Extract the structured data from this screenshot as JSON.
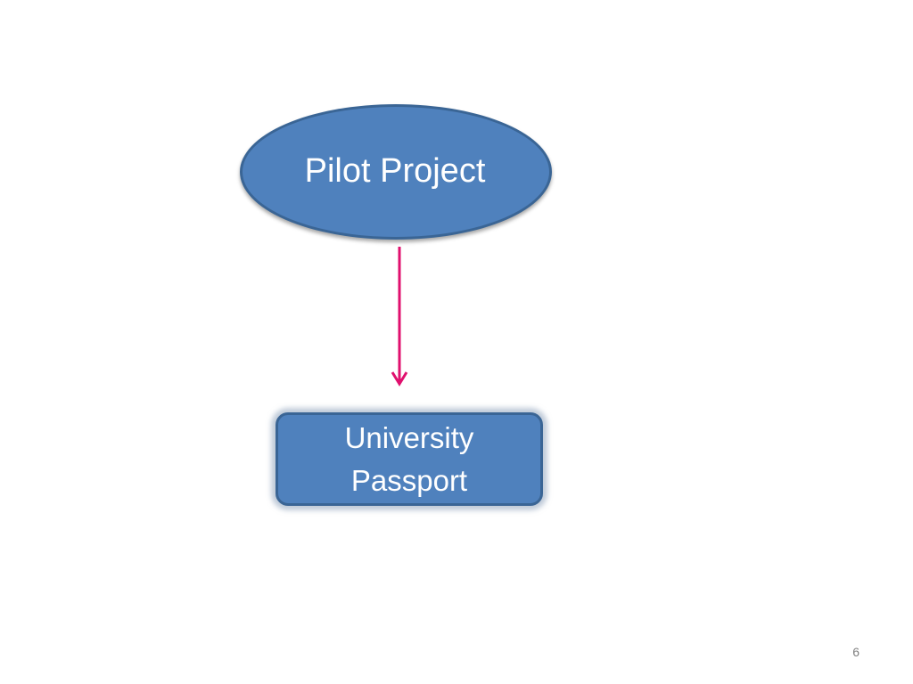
{
  "diagram": {
    "nodes": [
      {
        "id": "pilot-project",
        "shape": "ellipse",
        "label": "Pilot Project"
      },
      {
        "id": "university-passport",
        "shape": "rounded-rectangle",
        "label_lines": [
          "University",
          "Passport"
        ]
      }
    ],
    "edges": [
      {
        "from": "pilot-project",
        "to": "university-passport",
        "type": "arrow"
      }
    ]
  },
  "slide": {
    "page_number": "6"
  },
  "colors": {
    "node_fill": "#4f81bd",
    "node_border": "#3a6595",
    "node_text": "#ffffff",
    "arrow": "#e0106e",
    "page_number": "#7f7f7f"
  }
}
